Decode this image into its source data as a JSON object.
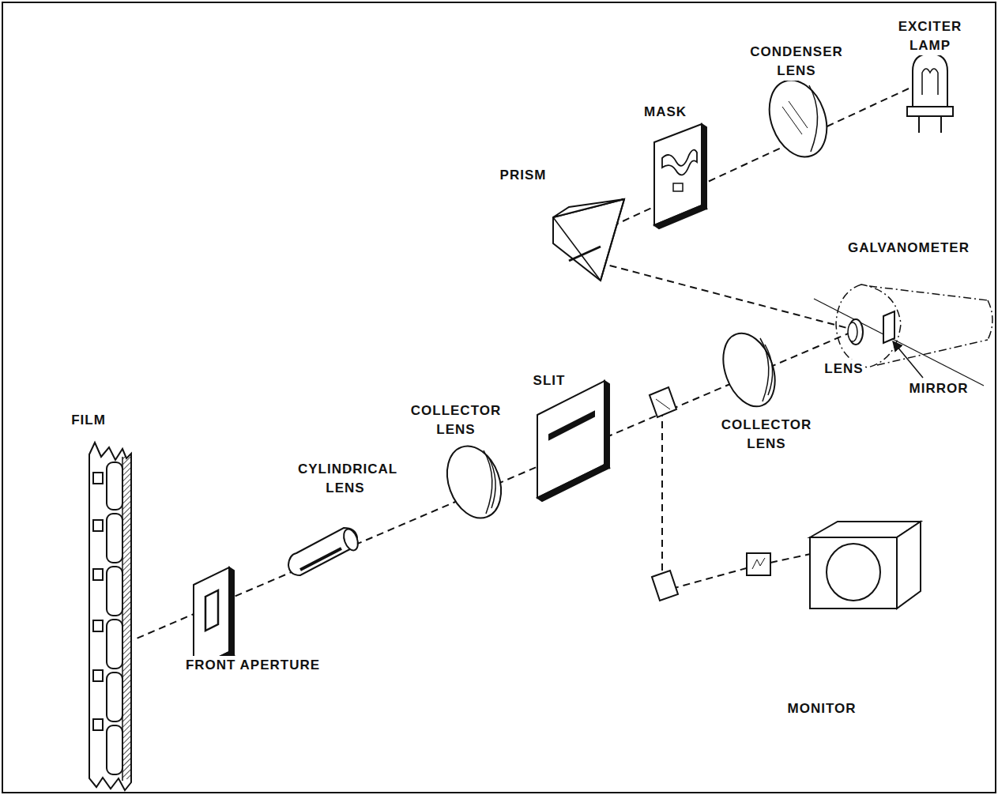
{
  "diagram": {
    "labels": [
      "EXCITER LAMP",
      "CONDENSER LENS",
      "MASK",
      "PRISM",
      "GALVANOMETER",
      "LENS",
      "MIRROR",
      "COLLECTOR LENS",
      "SLIT",
      "COLLECTOR LENS",
      "CYLINDRICAL LENS",
      "FILM",
      "FRONT APERTURE",
      "MONITOR"
    ]
  }
}
